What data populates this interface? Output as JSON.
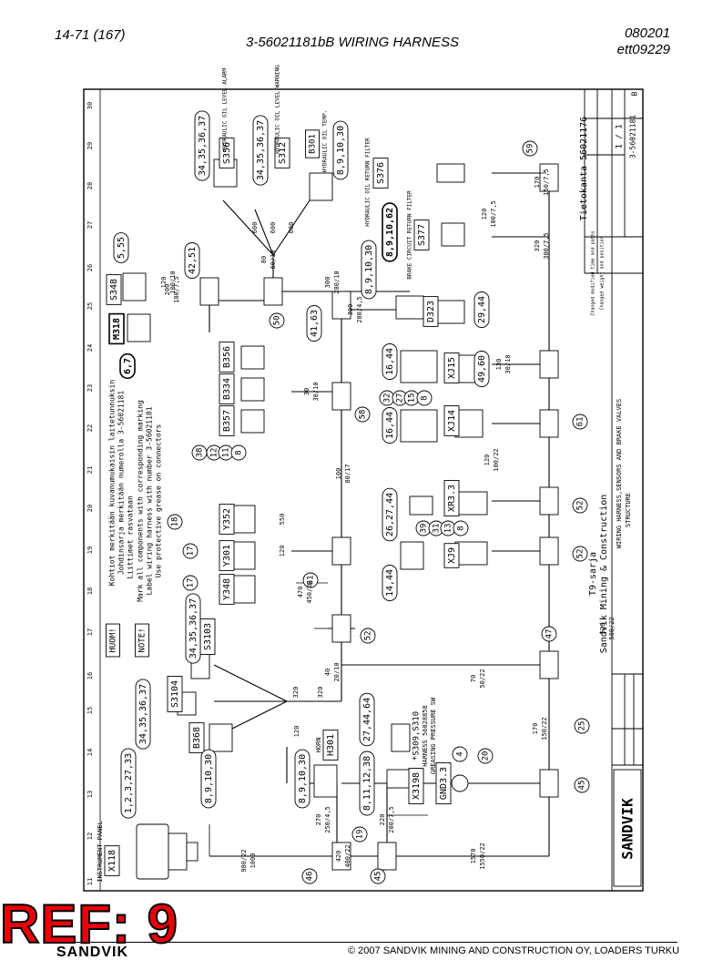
{
  "header": {
    "page": "14-71 (167)",
    "title": "3-56021181bB WIRING HARNESS",
    "date": "080201",
    "ref": "ett09229"
  },
  "footer": {
    "copyright": "© 2007 SANDVIK MINING AND CONSTRUCTION OY, LOADERS TURKU",
    "brand": "SANDVIK"
  },
  "stamp": "REF: 9",
  "drawing": {
    "grid_numbers": [
      "11",
      "12",
      "13",
      "14",
      "15",
      "16",
      "17",
      "18",
      "19",
      "20",
      "21",
      "22",
      "23",
      "24",
      "25",
      "26",
      "27",
      "28",
      "29",
      "30"
    ],
    "components": {
      "x118": "X118",
      "instrument_panel": "INSTRUMENT PANEL",
      "s348": "S348",
      "m318": "M318",
      "b356": "B356",
      "b334": "B334",
      "b357": "B357",
      "s356": "S356",
      "s312": "S312",
      "b301": "B301",
      "s376": "S376",
      "s377": "S377",
      "d323": "D323",
      "xj15": "XJ15",
      "xj14": "XJ14",
      "xr33": "XR3.3",
      "xj9": "XJ9",
      "y352": "Y352",
      "y301": "Y301",
      "y348": "Y348",
      "s3103": "S3103",
      "s3104": "S3104",
      "b368": "B368",
      "h301": "H301",
      "x3198": "X3198",
      "gnd": "GND3.3"
    },
    "refs": {
      "r1": "1,2,3,27,33",
      "r2": "34,35,36,37",
      "r3": "34,35,36,37",
      "r4": "8,9,10,30",
      "r5": "34,35,36,37",
      "r6": "34,35,36,37",
      "r7": "8,9,10,30",
      "r8": "8,9,10,62",
      "r9": "8,9,10,30",
      "r10": "5,55",
      "r11": "6,7",
      "r12": "42,51",
      "r13": "41,63",
      "r14": "29,44",
      "r15": "16,44",
      "r16": "16,44",
      "r17": "26,27,44",
      "r18": "14,44",
      "r19": "49,60",
      "r20": "8,9,10,30",
      "r21": "8,11,12,38",
      "r22": "27,44,64"
    },
    "circles": [
      "59",
      "50",
      "58",
      "61",
      "52",
      "52",
      "52",
      "61",
      "47",
      "25",
      "45",
      "46",
      "45",
      "19",
      "4",
      "20",
      "17",
      "17",
      "18",
      "38",
      "12",
      "11",
      "8",
      "39",
      "31",
      "13",
      "8",
      "32",
      "27",
      "15",
      "8"
    ],
    "notes": {
      "huom": "HUOM!",
      "note": "NOTE!",
      "huom_text_1": "Kohtiot merkitään kuvanumukaisin laitetunnuksin",
      "huom_text_2": "Johdinsarja merkitään numerolla 3-56021181",
      "huom_text_3": "Liittimet rasvataan",
      "note_text_1": "Mark all components with corresponding marking",
      "note_text_2": "Label wiring harness with number 3-56021181",
      "note_text_3": "Use protective grease on connectors"
    },
    "labels": {
      "hyd_oil_level_alarm": "HYDRAULIC OIL LEVEL ALARM",
      "hyd_oil_level_warning": "HYDRAULIC OIL LEVEL WARNING",
      "hyd_oil_temp": "HYDRAULIC OIL TEMP.",
      "return_filter": "HYDRAULIC OIL RETURN FILTER",
      "brake_return_filter": "BRAKE CIRCUIT RETURN FILTER",
      "horn": "HORN",
      "s309": "*S309,S310",
      "harness_note": "HARNESS 56028858",
      "greasing": "GREASING PRESSURE SW",
      "tietokanta": "Tietokanta 56021176",
      "t9_sarja": "T9-sarja",
      "sandvik_mc": "Sandvik Mining & Construction",
      "harness_title": "WIRING HARNESS,SENSORS AND BRAKE VALVES",
      "structure": "STRUCTURE",
      "part_no": "3-56021181",
      "rev": "B",
      "sheet": "1 / 1",
      "sandvik_logo": "SANDVIK",
      "mod_a": "Changed modified time and paths",
      "mod_b": "Changed weight and position"
    },
    "dims": [
      "170",
      "150/7,5",
      "320",
      "300/7,5",
      "120",
      "100/7,5",
      "300",
      "280/4,5",
      "980/22",
      "1000",
      "420",
      "400/22",
      "1570",
      "1550/22",
      "270",
      "250/4,5",
      "220",
      "200/7,5",
      "170",
      "150/22",
      "70",
      "50/22",
      "40",
      "20/10",
      "520",
      "500/22",
      "470",
      "450/22",
      "100",
      "80/17",
      "120",
      "100/22",
      "130",
      "30/10",
      "200",
      "180/7,5",
      "120",
      "100/10",
      "300",
      "280/10",
      "30",
      "30/10",
      "550",
      "120",
      "600",
      "600",
      "600",
      "80",
      "60/10",
      "320",
      "320",
      "120"
    ]
  }
}
